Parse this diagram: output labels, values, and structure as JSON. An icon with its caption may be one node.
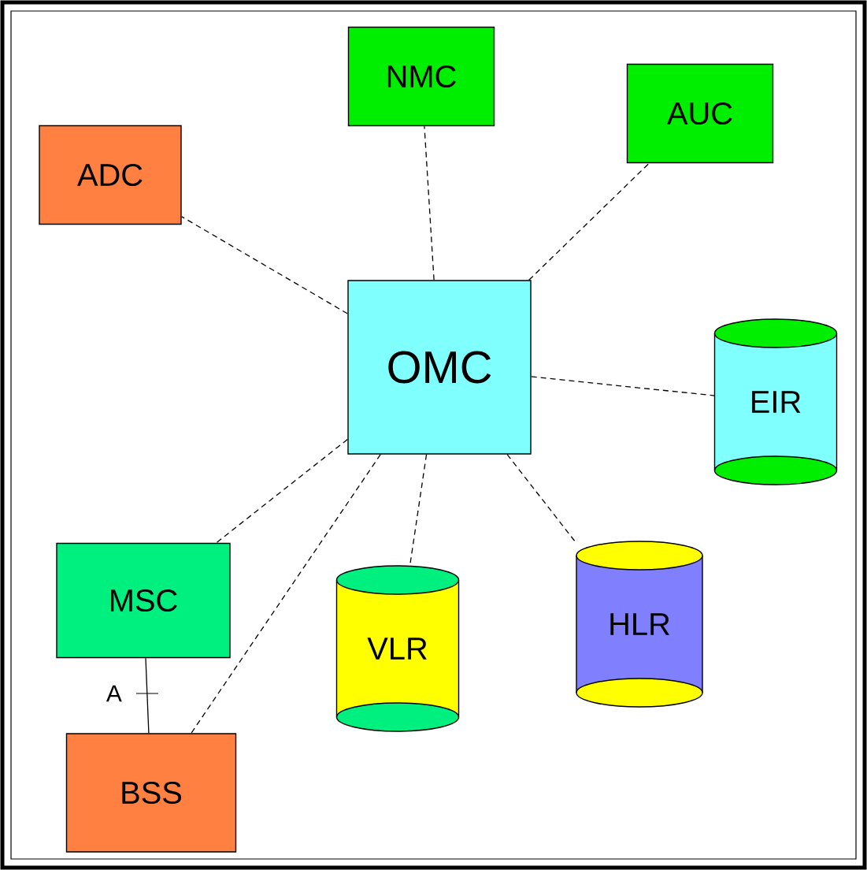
{
  "diagram": {
    "nodes": [
      {
        "text": [
          "NMC"
        ]
      },
      {
        "text": [
          "AUC"
        ]
      },
      {
        "text": [
          "ADC"
        ]
      },
      {
        "text": [
          "OMC"
        ]
      },
      {
        "text": [
          "EIR"
        ]
      },
      {
        "text": [
          "MSC"
        ]
      },
      {
        "text": [
          "VLR"
        ]
      },
      {
        "text": [
          "HLR"
        ]
      },
      {
        "text": [
          "BSS"
        ]
      }
    ],
    "edges": [
      {
        "from": 3,
        "to": 0,
        "arrow": "none",
        "style": "dashed"
      },
      {
        "from": 3,
        "to": 1,
        "arrow": "none",
        "style": "dashed"
      },
      {
        "from": 3,
        "to": 2,
        "arrow": "none",
        "style": "dashed"
      },
      {
        "from": 3,
        "to": 4,
        "arrow": "none",
        "style": "dashed"
      },
      {
        "from": 3,
        "to": 5,
        "arrow": "none",
        "style": "dashed"
      },
      {
        "from": 3,
        "to": 8,
        "arrow": "none",
        "style": "dashed"
      },
      {
        "from": 3,
        "to": 6,
        "arrow": "none",
        "style": "dashed"
      },
      {
        "from": 3,
        "to": 7,
        "arrow": "none",
        "style": "dashed"
      },
      {
        "from": 5,
        "to": 8,
        "arrow": "none",
        "label": "A"
      }
    ]
  }
}
